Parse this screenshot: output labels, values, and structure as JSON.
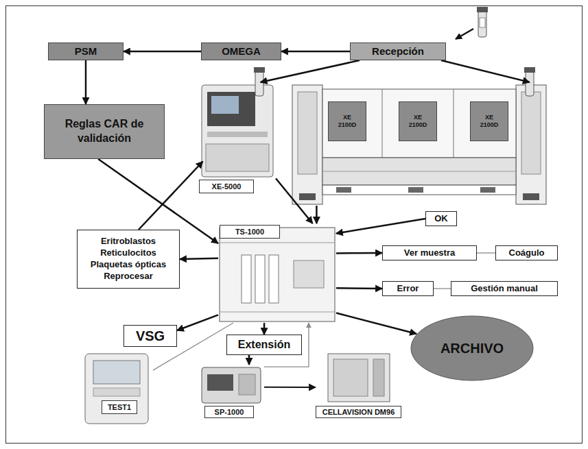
{
  "diagram": {
    "nodes": [
      {
        "text": [
          "PSM"
        ]
      },
      {
        "text": [
          "OMEGA"
        ]
      },
      {
        "text": [
          "Recepción"
        ]
      },
      {
        "text": [
          "Reglas CAR de validación"
        ]
      },
      {
        "text": [
          "XE-5000"
        ]
      },
      {
        "text": []
      },
      {
        "text": [
          "XE 2100D"
        ],
        "in": 5
      },
      {
        "text": [
          "XE 2100D"
        ],
        "in": 5
      },
      {
        "text": [
          "XE 2100D"
        ],
        "in": 5
      },
      {
        "text": [
          "TS-1000"
        ]
      },
      {
        "text": [
          "OK"
        ]
      },
      {
        "text": [
          "Eritroblastos Reticulocitos Plaquetas ópticas Reprocesar"
        ]
      },
      {
        "text": [
          "Ver muestra"
        ]
      },
      {
        "text": [
          "Coágulo"
        ]
      },
      {
        "text": [
          "Error"
        ]
      },
      {
        "text": [
          "Gestión manual"
        ]
      },
      {
        "text": [
          "VSG"
        ]
      },
      {
        "text": [
          "TEST1"
        ]
      },
      {
        "text": [
          "Extensión"
        ]
      },
      {
        "text": [
          "SP-1000"
        ]
      },
      {
        "text": [
          "CELLAVISION DM96"
        ]
      },
      {
        "text": [
          "ARCHIVO"
        ]
      }
    ],
    "edges": [
      {
        "from": 1,
        "to": 0,
        "arrow": "to"
      },
      {
        "from": 2,
        "to": 1,
        "arrow": "to"
      },
      {
        "from": 2,
        "to": 4,
        "arrow": "to"
      },
      {
        "from": 2,
        "to": 5,
        "arrow": "to"
      },
      {
        "from": 0,
        "to": 3,
        "arrow": "to"
      },
      {
        "from": 3,
        "to": 9,
        "arrow": "to"
      },
      {
        "from": 4,
        "to": 9,
        "arrow": "to"
      },
      {
        "from": 5,
        "to": 9,
        "arrow": "to"
      },
      {
        "from": 10,
        "to": 9,
        "arrow": "to"
      },
      {
        "from": 9,
        "to": 11,
        "arrow": "to"
      },
      {
        "from": 11,
        "to": 4,
        "arrow": "to"
      },
      {
        "from": 9,
        "to": 12,
        "arrow": "to"
      },
      {
        "from": 12,
        "to": 13,
        "arrow": "none"
      },
      {
        "from": 9,
        "to": 14,
        "arrow": "to"
      },
      {
        "from": 14,
        "to": 15,
        "arrow": "none"
      },
      {
        "from": 9,
        "to": 16,
        "arrow": "to"
      },
      {
        "from": 17,
        "to": 9,
        "arrow": "none"
      },
      {
        "from": 9,
        "to": 18,
        "arrow": "to"
      },
      {
        "from": 18,
        "to": 19,
        "arrow": "to"
      },
      {
        "from": 19,
        "to": 9,
        "arrow": "to"
      },
      {
        "from": 19,
        "to": 20,
        "arrow": "to"
      },
      {
        "from": 9,
        "to": 21,
        "arrow": "to"
      }
    ]
  }
}
